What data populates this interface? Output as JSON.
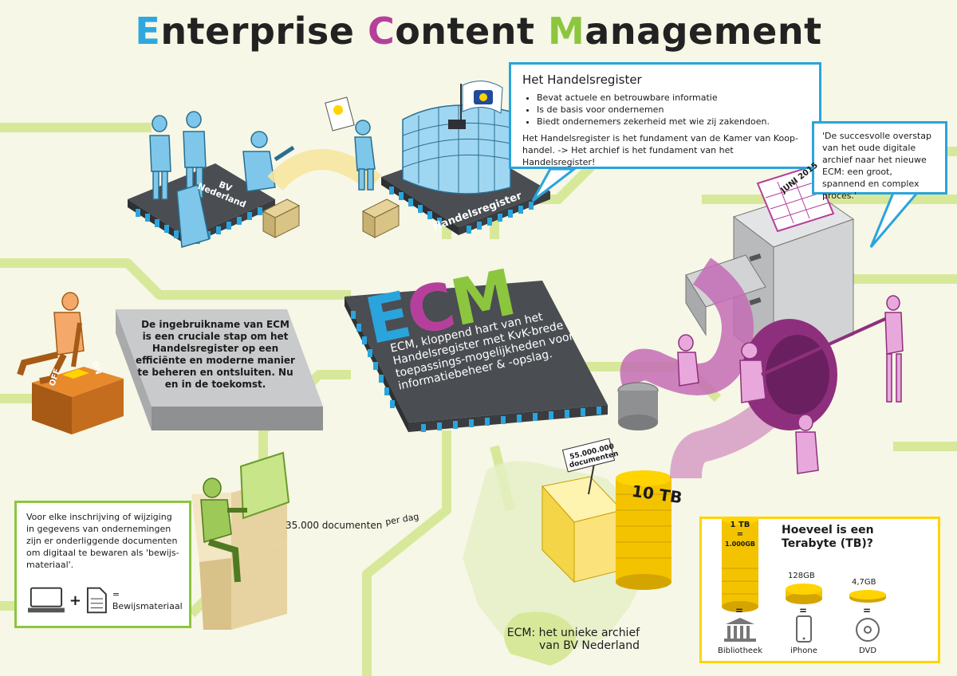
{
  "title": {
    "e": "E",
    "e_rest": "nterprise ",
    "c": "C",
    "c_rest": "ontent ",
    "m": "M",
    "m_rest": "anagement"
  },
  "colors": {
    "blue": "#2aa4dc",
    "magenta": "#b5409b",
    "green": "#8cc63f",
    "yellow": "#ffd400",
    "chip": "#4a4d52",
    "track": "#d8e89a"
  },
  "handelsregister_bubble": {
    "heading": "Het Handelsregister",
    "bullets": [
      "Bevat actuele en betrouwbare informatie",
      "Is de basis voor ondernemen",
      "Biedt ondernemers zekerheid met wie zij zakendoen."
    ],
    "body": "Het Handelsregister is het fundament van de Kamer van Koop-handel. -> Het archief is het fundament van het Handelsregister!"
  },
  "quote_bubble": {
    "text": "'De succesvolle overstap van het oude digitale archief naar het nieuwe ECM: een groot, spannend en complex proces.'"
  },
  "calendar": {
    "text": "JUNI 2015"
  },
  "chips": {
    "bv": {
      "line1": "BV",
      "line2": "Nederland"
    },
    "hr": {
      "label": "Handelsregister"
    },
    "ecm": {
      "l1": "E",
      "l2": "C",
      "l3": "M",
      "description": "ECM, kloppend hart van het Handelsregister met KvK-brede toepassings-mogelijkheden voor informatiebeheer & -opslag."
    }
  },
  "switch": {
    "off": "OFF",
    "on": "ON"
  },
  "gray_slab": {
    "text": "De ingebruikname van ECM is een cruciale stap om het Handelsregister op een efficiënte en moderne manier te beheren en ontsluiten. Nu en in de toekomst."
  },
  "documents_per_day": {
    "count": "35.000 documenten",
    "unit": "per dag"
  },
  "docs_box": {
    "text": "Voor elke inschrijving of wijziging in gegevens van ondernemingen zijn er onderliggende documenten om digitaal te bewaren als 'bewijs-materiaal'.",
    "plus": "+",
    "result": "= Bewijsmateriaal"
  },
  "archive": {
    "flag_line1": "55.000.000",
    "flag_line2": "documenten",
    "coin_label": "10 TB",
    "caption_line1": "ECM: het unieke archief",
    "caption_line2": "van BV Nederland"
  },
  "terabyte_box": {
    "question_line1": "Hoeveel is een",
    "question_line2": "Terabyte (TB)?",
    "tb": "1 TB",
    "eq1": "=",
    "gb": "1.000GB",
    "gb128": "128GB",
    "gb47": "4,7GB",
    "eq": "=",
    "items": [
      "Bibliotheek",
      "iPhone",
      "DVD"
    ]
  }
}
